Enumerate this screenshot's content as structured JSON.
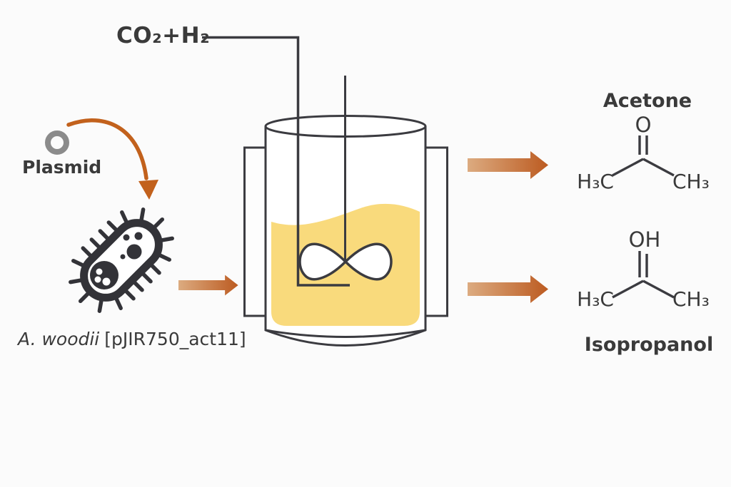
{
  "colors": {
    "ink": "#3b3b40",
    "text": "#3a3a3a",
    "plasmid-gray": "#8b8b8b",
    "arrow-orange": "#c2611c",
    "grad-start": "#dcab80",
    "grad-end": "#bc5b21",
    "liquid": "#f9da7c",
    "bg": "#fbfbfb"
  },
  "labels": {
    "gas_input": "CO₂+H₂",
    "plasmid": "Plasmid",
    "strain_name": "A. woodii",
    "strain_plasmid": "[pJIR750_act11]"
  },
  "products": {
    "acetone": {
      "title": "Acetone",
      "top_atom": "O",
      "left_group": "H₃C",
      "right_group": "CH₃"
    },
    "isopropanol": {
      "title": "Isopropanol",
      "top_atom": "OH",
      "left_group": "H₃C",
      "right_group": "CH₃"
    }
  },
  "icons": {
    "plasmid": "plasmid-ring-icon",
    "bacterium": "bacterium-icon",
    "bioreactor": "stirred-tank-bioreactor-icon",
    "impeller": "impeller-icon"
  }
}
